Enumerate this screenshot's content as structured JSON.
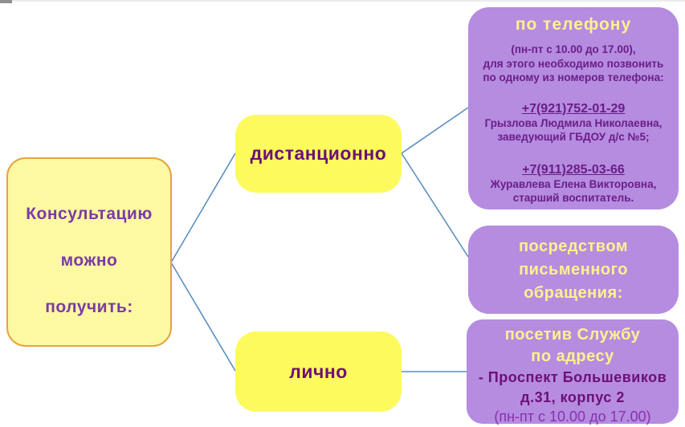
{
  "colors": {
    "purple_box_bg": "#b58ce0",
    "bright_yellow_bg": "#fcfa5c",
    "pale_yellow_bg": "#fcf9a2",
    "pale_yellow_border": "#e7a33c",
    "yellow_title_text": "#fcf28e",
    "dark_purple_text": "#6b1d87",
    "branch_text": "#6d0f77",
    "root_text": "#7b3aa6",
    "connector_line": "#5b8fbf"
  },
  "root_box": {
    "lines": [
      "Консультацию",
      "можно",
      "получить:"
    ]
  },
  "branch_remote": {
    "label": "дистанционно"
  },
  "branch_inperson": {
    "label": "лично"
  },
  "phone_box": {
    "title": "по телефону",
    "intro": [
      "(пн-пт с 10.00 до 17.00),",
      "для этого необходимо позвонить",
      "по одному из номеров телефона:"
    ],
    "contacts": [
      {
        "number": "+7(921)752-01-29",
        "name": "Грызлова Людмила Николаевна,",
        "role": "заведующий ГБДОУ д/с №5;"
      },
      {
        "number": "+7(911)285-03-66",
        "name": "Журавлева Елена Викторовна,",
        "role": "старший воспитатель."
      }
    ]
  },
  "written_box": {
    "lines": [
      "посредством",
      "письменного",
      "обращения:"
    ]
  },
  "visit_box": {
    "title_lines": [
      "посетив Службу",
      "по адресу"
    ],
    "address_lines": [
      "- Проспект Большевиков",
      "д.31, корпус 2"
    ],
    "hours": "(пн-пт с 10.00 до 17.00)"
  }
}
